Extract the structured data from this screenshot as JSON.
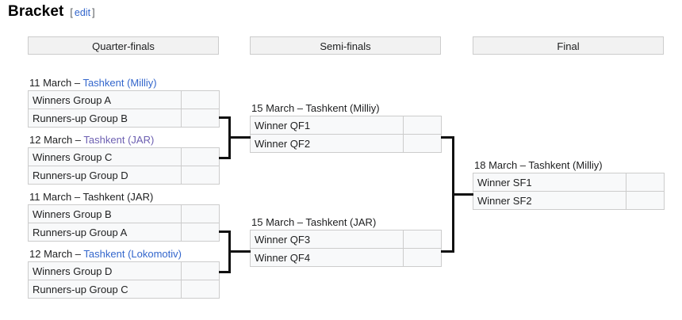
{
  "heading": {
    "title": "Bracket",
    "bracket_open": "[",
    "edit_label": "edit",
    "bracket_close": "]"
  },
  "round_headers": [
    {
      "label": "Quarter-finals"
    },
    {
      "label": "Semi-finals"
    },
    {
      "label": "Final"
    }
  ],
  "matches": {
    "qf1": {
      "caption_date": "11 March – ",
      "caption_venue": "Tashkent (Milliy)",
      "team1": "Winners Group A",
      "score1": "",
      "team2": "Runners-up Group B",
      "score2": ""
    },
    "qf2": {
      "caption_date": "12 March – ",
      "caption_venue": "Tashkent (JAR)",
      "team1": "Winners Group C",
      "score1": "",
      "team2": "Runners-up Group D",
      "score2": ""
    },
    "qf3": {
      "caption_date": "11 March – Tashkent (JAR)",
      "caption_venue": "",
      "team1": "Winners Group B",
      "score1": "",
      "team2": "Runners-up Group A",
      "score2": ""
    },
    "qf4": {
      "caption_date": "12 March – ",
      "caption_venue": "Tashkent (Lokomotiv)",
      "team1": "Winners Group D",
      "score1": "",
      "team2": "Runners-up Group C",
      "score2": ""
    },
    "sf1": {
      "caption_date": "15 March – Tashkent (Milliy)",
      "caption_venue": "",
      "team1": "Winner QF1",
      "score1": "",
      "team2": "Winner QF2",
      "score2": ""
    },
    "sf2": {
      "caption_date": "15 March – Tashkent (JAR)",
      "caption_venue": "",
      "team1": "Winner QF3",
      "score1": "",
      "team2": "Winner QF4",
      "score2": ""
    },
    "final": {
      "caption_date": "18 March – Tashkent (Milliy)",
      "caption_venue": "",
      "team1": "Winner SF1",
      "score1": "",
      "team2": "Winner SF2",
      "score2": ""
    }
  },
  "colors": {
    "link": "#3366cc",
    "link_visited": "#6c5fb1",
    "header_bg": "#f2f2f2",
    "cell_bg": "#f8f9fa",
    "border": "#cccccc",
    "connector": "#111111"
  }
}
